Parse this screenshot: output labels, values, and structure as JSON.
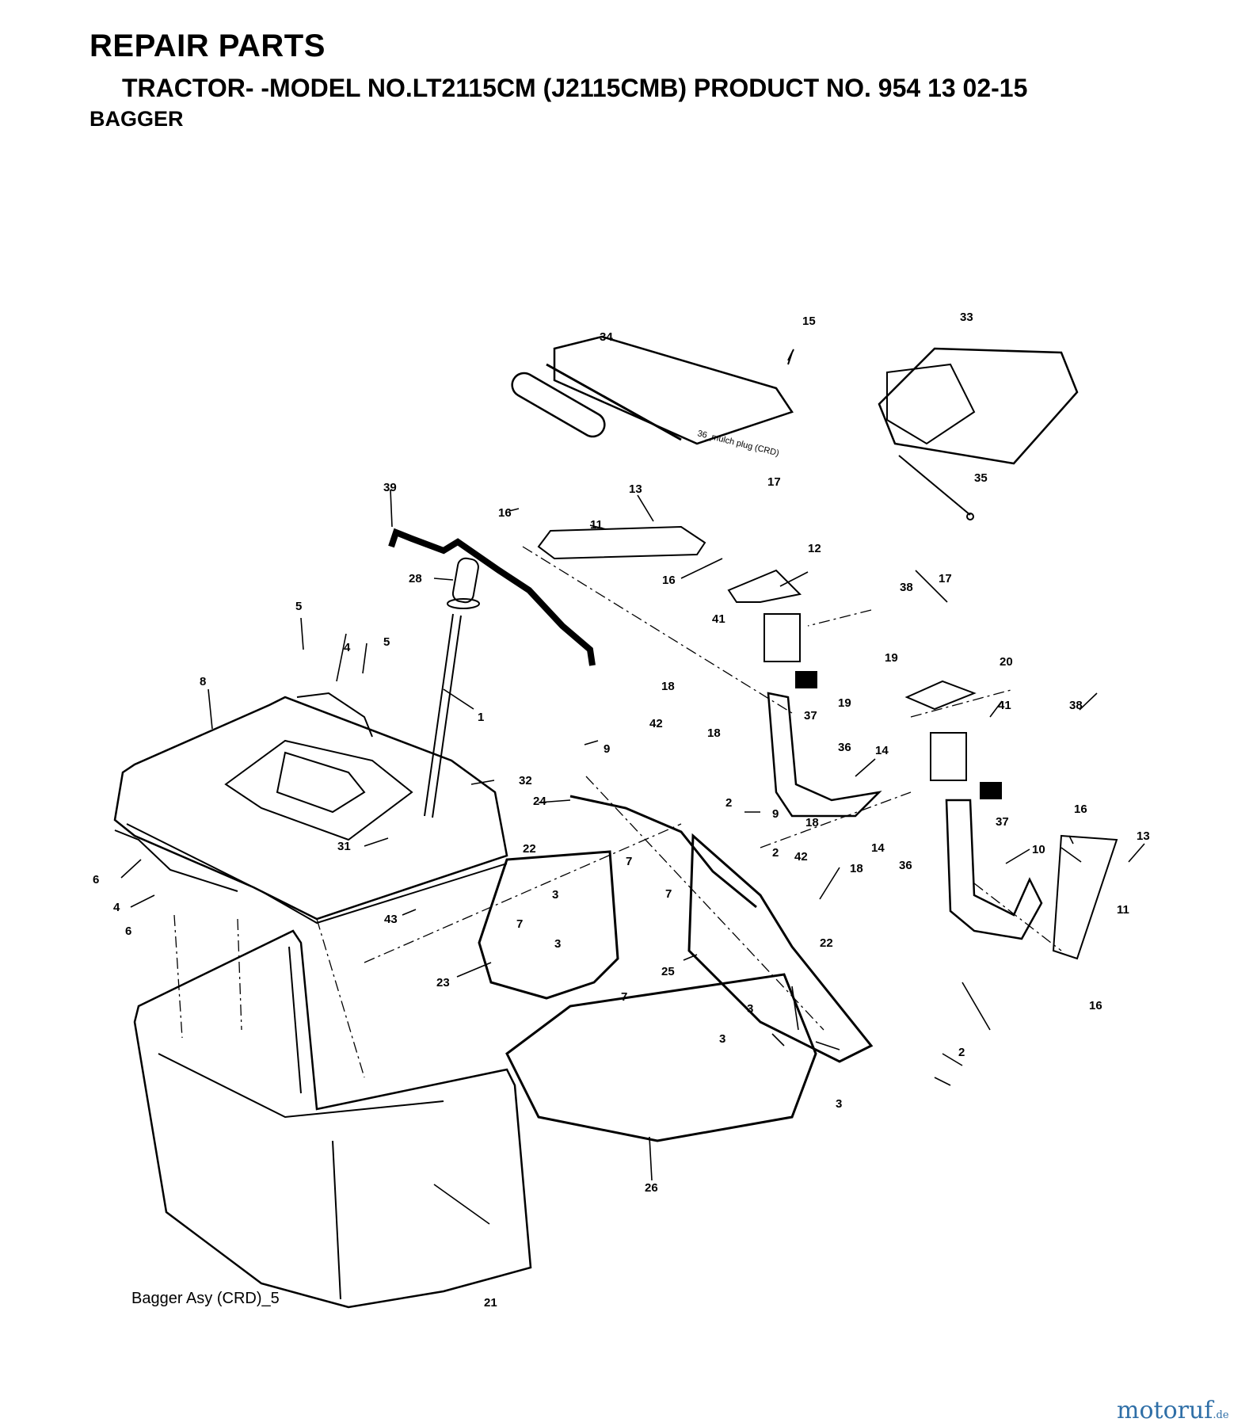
{
  "header": {
    "title": "REPAIR PARTS",
    "subtitle": "TRACTOR- -MODEL NO.LT2115CM (J2115CMB) PRODUCT NO. 954 13 02-15",
    "section": "BAGGER"
  },
  "diagram": {
    "caption": "Bagger Asy (CRD)_5",
    "inset_note": "36_mulch plug (CRD)",
    "callouts": [
      "1",
      "2",
      "3",
      "4",
      "5",
      "6",
      "7",
      "8",
      "9",
      "10",
      "11",
      "12",
      "13",
      "14",
      "15",
      "16",
      "17",
      "18",
      "19",
      "20",
      "21",
      "22",
      "23",
      "24",
      "25",
      "26",
      "28",
      "31",
      "32",
      "33",
      "34",
      "35",
      "36",
      "37",
      "38",
      "39",
      "41",
      "42",
      "43"
    ]
  },
  "watermark": {
    "text": "motoruf",
    "suffix": ".de"
  }
}
